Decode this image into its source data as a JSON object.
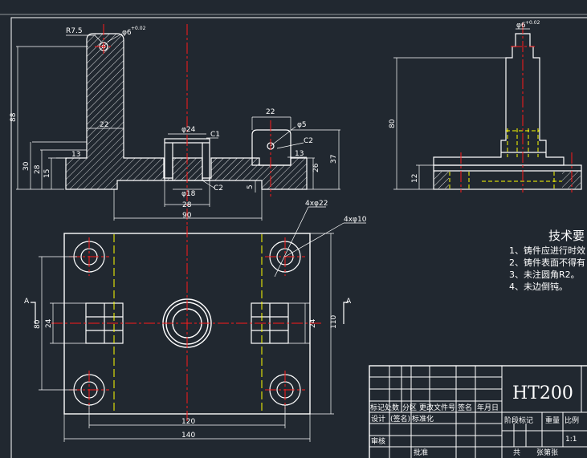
{
  "colors": {
    "background": "#212830",
    "outline": "#ffffff",
    "centerline": "#ff1a1a",
    "hidden": "#ffff00"
  },
  "front_view": {
    "dims": {
      "r7_5": "R7.5",
      "phi6": "φ6",
      "phi6_tol": "+0.02",
      "h88": "88",
      "h30": "30",
      "h28": "28",
      "h15": "15",
      "w22_left": "22",
      "w13_left": "13",
      "phi24": "φ24",
      "c1": "C1",
      "w22_right": "22",
      "phi5": "φ5",
      "c2_right": "C2",
      "w13_right": "13",
      "h26": "26",
      "h37": "37",
      "phi18": "φ18",
      "c2_bottom": "C2",
      "h5": "5",
      "w28": "28",
      "w90": "90"
    }
  },
  "side_view": {
    "dims": {
      "phi6": "φ6",
      "phi6_tol": "+0.02",
      "h80": "80",
      "h12": "12"
    }
  },
  "top_view": {
    "dims": {
      "holes22": "4xφ22",
      "holes10": "4xφ10",
      "h80": "80",
      "h24_left": "24",
      "h24_right": "24",
      "h110": "110",
      "w120": "120",
      "w140": "140",
      "section_left": "A",
      "section_right": "A"
    }
  },
  "tech_notes": {
    "title": "技术要",
    "items": [
      "1、铸件应进行时效",
      "2、铸件表面不得有",
      "3、未注圆角R2。",
      "4、未边倒钝。"
    ]
  },
  "title_block": {
    "material": "HT200",
    "row_labels": [
      "标记",
      "处数",
      "分区",
      "更改文件号",
      "签名",
      "年月日"
    ],
    "design_labels": [
      "设计",
      "(签名)",
      "标准化"
    ],
    "stage_labels": [
      "阶段标记",
      "重量",
      "比例"
    ],
    "scale": "1:1",
    "review": "审核",
    "approve": "批准",
    "sheet": "共",
    "sheet_of": "张第张"
  }
}
